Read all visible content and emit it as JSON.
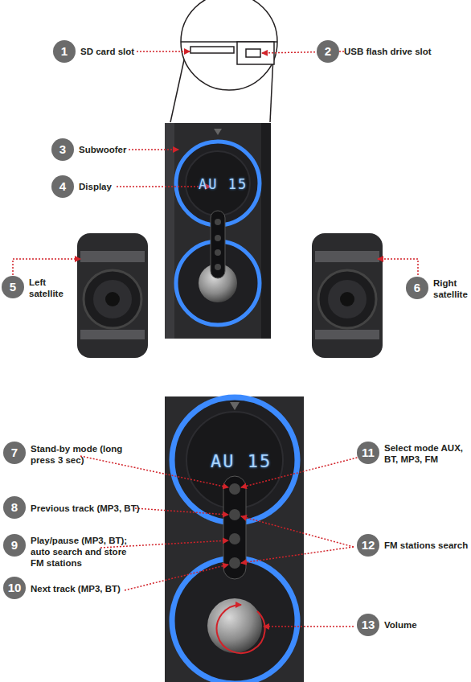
{
  "diagram": {
    "nodes": [
      {
        "text": [
          "1",
          "SD card slot"
        ]
      },
      {
        "text": [
          "2",
          "USB flash drive slot"
        ]
      },
      {
        "text": [
          "3",
          "Subwoofer"
        ]
      },
      {
        "text": [
          "4",
          "Display"
        ]
      },
      {
        "text": [
          "5",
          "Left satellite"
        ]
      },
      {
        "text": [
          "6",
          "Right satellite"
        ]
      },
      {
        "text": [
          "7",
          "Stand-by mode (long press 3 sec)"
        ]
      },
      {
        "text": [
          "8",
          "Previous track (MP3, BT)"
        ]
      },
      {
        "text": [
          "9",
          "Play/pause (MP3, BT); auto search and store FM stations"
        ]
      },
      {
        "text": [
          "10",
          "Next track (MP3, BT)"
        ]
      },
      {
        "text": [
          "11",
          "Select mode AUX, BT, MP3, FM"
        ]
      },
      {
        "text": [
          "12",
          "FM stations search"
        ]
      },
      {
        "text": [
          "13",
          "Volume"
        ]
      }
    ],
    "labels": [
      "AU 15",
      "AU 15"
    ]
  }
}
